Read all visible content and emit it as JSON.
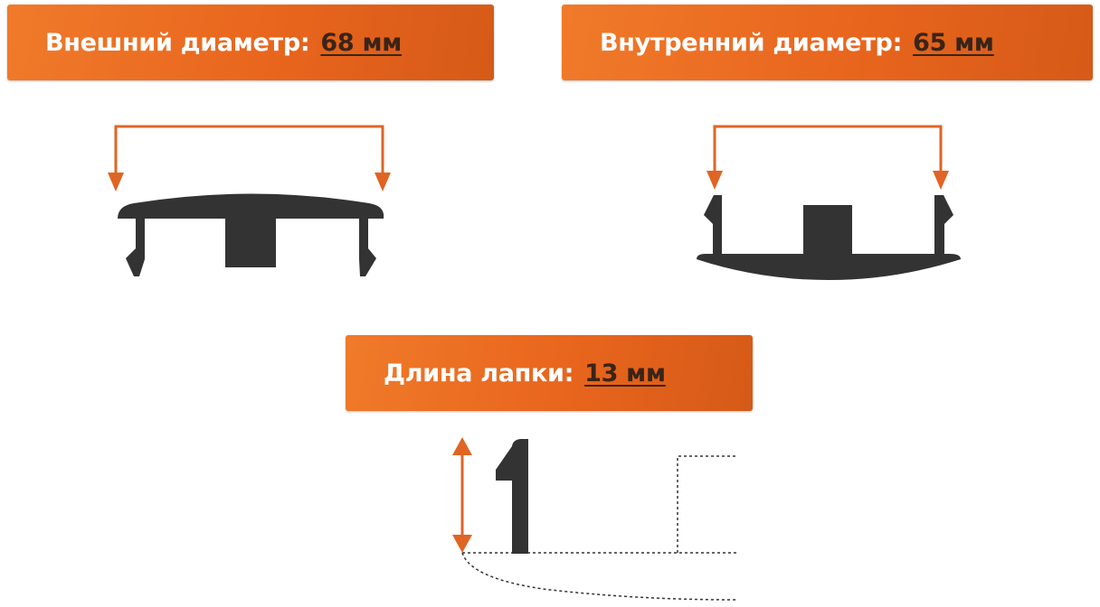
{
  "colors": {
    "accent": "#e8651d",
    "accent_light": "#f07a2a",
    "accent_dark": "#d65a18",
    "arrow": "#e06424",
    "part": "#333333",
    "value_text": "#3a2418"
  },
  "outer_diameter": {
    "label": "Внешний диаметр:",
    "value": "68 мм"
  },
  "inner_diameter": {
    "label": "Внутренний диаметр:",
    "value": "65 мм"
  },
  "tab_length": {
    "label": "Длина лапки:",
    "value": "13 мм"
  }
}
